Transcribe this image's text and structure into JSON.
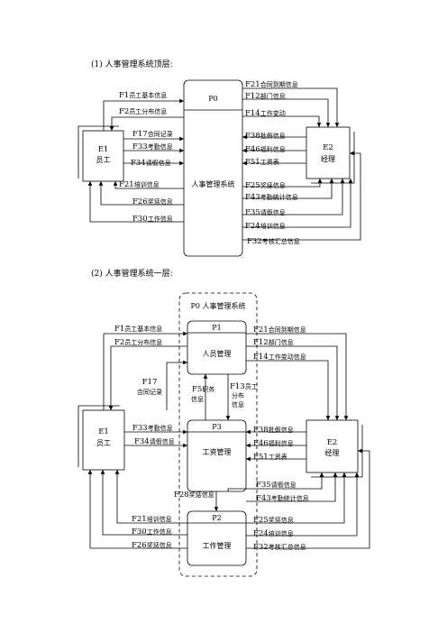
{
  "section1": {
    "caption_num": "(1)",
    "caption": "人事管理系统顶层:",
    "p0": {
      "id": "P0",
      "name": "人事管理系统"
    },
    "e1": {
      "id": "E1",
      "name": "员工"
    },
    "e2": {
      "id": "E2",
      "name": "经理"
    },
    "flows": [
      {
        "code": "F21",
        "label": "合同到期信息"
      },
      {
        "code": "F1",
        "label": "员工基本信息"
      },
      {
        "code": "F12",
        "label": "部门信息"
      },
      {
        "code": "F2",
        "label": "员工分布信息"
      },
      {
        "code": "F14",
        "label": "工作变动"
      },
      {
        "code": "F17",
        "label": "合同记录"
      },
      {
        "code": "F38",
        "label": "批假信息"
      },
      {
        "code": "F33",
        "label": "考勤信息"
      },
      {
        "code": "F46",
        "label": "福利信息"
      },
      {
        "code": "F34",
        "label": "请假信息"
      },
      {
        "code": "F51",
        "label": "工资表"
      },
      {
        "code": "F21",
        "label": "培训信息"
      },
      {
        "code": "F25",
        "label": "奖惩信息"
      },
      {
        "code": "F26",
        "label": "奖惩信息"
      },
      {
        "code": "F43",
        "label": "考勤统计信息"
      },
      {
        "code": "F35",
        "label": "请假信息"
      },
      {
        "code": "F30",
        "label": "工作信息"
      },
      {
        "code": "F24",
        "label": "培训信息"
      },
      {
        "code": "F32",
        "label": "考核汇总信息"
      }
    ]
  },
  "section2": {
    "caption_num": "(2)",
    "caption": "人事管理系统一层:",
    "p0_label": "P0 人事管理系统",
    "p1": {
      "id": "P1",
      "name": "人员管理"
    },
    "p3": {
      "id": "P3",
      "name": "工资管理"
    },
    "p2": {
      "id": "P2",
      "name": "工作管理"
    },
    "e1": {
      "id": "E1",
      "name": "员工"
    },
    "e2": {
      "id": "E2",
      "name": "经理"
    },
    "flows": [
      {
        "code": "F1",
        "label": "员工基本信息"
      },
      {
        "code": "F21",
        "label": "合同到期信息"
      },
      {
        "code": "F2",
        "label": "员工分布信息"
      },
      {
        "code": "F12",
        "label": "部门信息"
      },
      {
        "code": "F14",
        "label": "工作变动信息"
      },
      {
        "code": "F17",
        "label": "合同记录"
      },
      {
        "code": "F5",
        "label": "职务信息"
      },
      {
        "code": "F13",
        "label": "员工分布信息"
      },
      {
        "code": "F33",
        "label": "考勤信息"
      },
      {
        "code": "F38",
        "label": "批假信息"
      },
      {
        "code": "F34",
        "label": "请假信息"
      },
      {
        "code": "F46",
        "label": "福利信息"
      },
      {
        "code": "F51",
        "label": "工资表"
      },
      {
        "code": "F35",
        "label": "请假信息"
      },
      {
        "code": "F28",
        "label": "奖惩信息"
      },
      {
        "code": "F43",
        "label": "考勤统计信息"
      },
      {
        "code": "F21",
        "label": "培训信息"
      },
      {
        "code": "F25",
        "label": "奖惩信息"
      },
      {
        "code": "F30",
        "label": "工作信息"
      },
      {
        "code": "F24",
        "label": "培训信息"
      },
      {
        "code": "F26",
        "label": "奖惩信息"
      },
      {
        "code": "F32",
        "label": "考核汇总信息"
      }
    ]
  }
}
